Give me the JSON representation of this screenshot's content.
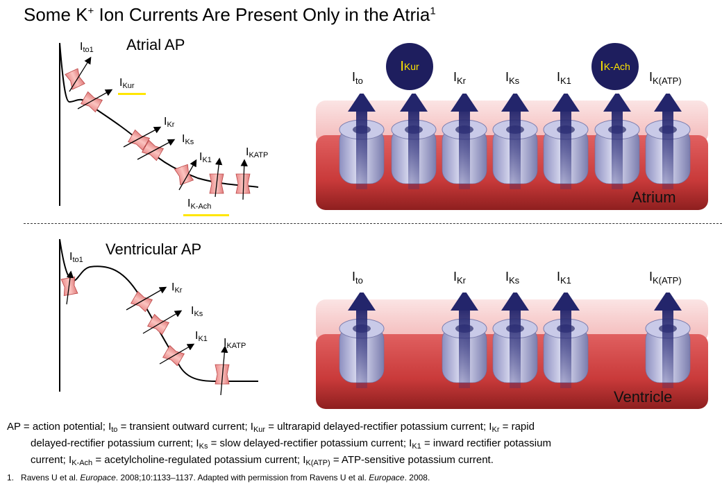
{
  "title": {
    "main": "Some K",
    "sup_plus": "+",
    "rest": " Ion Currents Are Present Only in the Atria",
    "sup_ref": "1"
  },
  "atrial": {
    "title": "Atrial AP",
    "labels": {
      "ito1": "to1",
      "ikur": "Kur",
      "ikr": "Kr",
      "iks": "Ks",
      "ik1": "K1",
      "ikatp": "KATP",
      "ikach": "K-Ach"
    }
  },
  "ventricular": {
    "title": "Ventricular AP",
    "labels": {
      "ito1": "to1",
      "ikr": "Kr",
      "iks": "Ks",
      "ik1": "K1",
      "ikatp": "KATP"
    }
  },
  "membrane_top": {
    "name": "Atrium",
    "channels": [
      "to",
      "Kur",
      "Kr",
      "Ks",
      "K1",
      "K-Ach",
      "K(ATP)"
    ],
    "highlighted": [
      "Kur",
      "K-Ach"
    ]
  },
  "membrane_bottom": {
    "name": "Ventricle",
    "channels": [
      "to",
      "Kr",
      "Ks",
      "K1",
      "K(ATP)"
    ]
  },
  "letter_I": "I",
  "colors": {
    "highlight_circle": "#1e1e5e",
    "highlight_text": "#ffe600",
    "underline": "#ffe600",
    "arrow": "#2d2f7a",
    "channel": "#f0a0a0",
    "membrane": "#d84a4a"
  },
  "footnote": {
    "p1": "AP = action potential; I",
    "s1": "to",
    "p2": " = transient outward current; I",
    "s2": "Kur",
    "p3": " = ultrarapid delayed-rectifier potassium current; I",
    "s3": "Kr",
    "p4": " = rapid",
    "p5": "delayed-rectifier potassium current; I",
    "s5": "Ks",
    "p6": " = slow delayed-rectifier potassium current; I",
    "s6": "K1",
    "p7": " = inward rectifier potassium",
    "p8": "current; I",
    "s8": "K-Ach",
    "p9": " = acetylcholine-regulated potassium current; I",
    "s9": "K(ATP)",
    "p10": " = ATP-sensitive potassium current."
  },
  "reference": {
    "num": "1.",
    "a": "Ravens U et al. ",
    "journal": "Europace",
    "b": ". 2008;10:1133–1137. Adapted with permission from Ravens U et al. ",
    "journal2": "Europace",
    "c": ". 2008."
  }
}
